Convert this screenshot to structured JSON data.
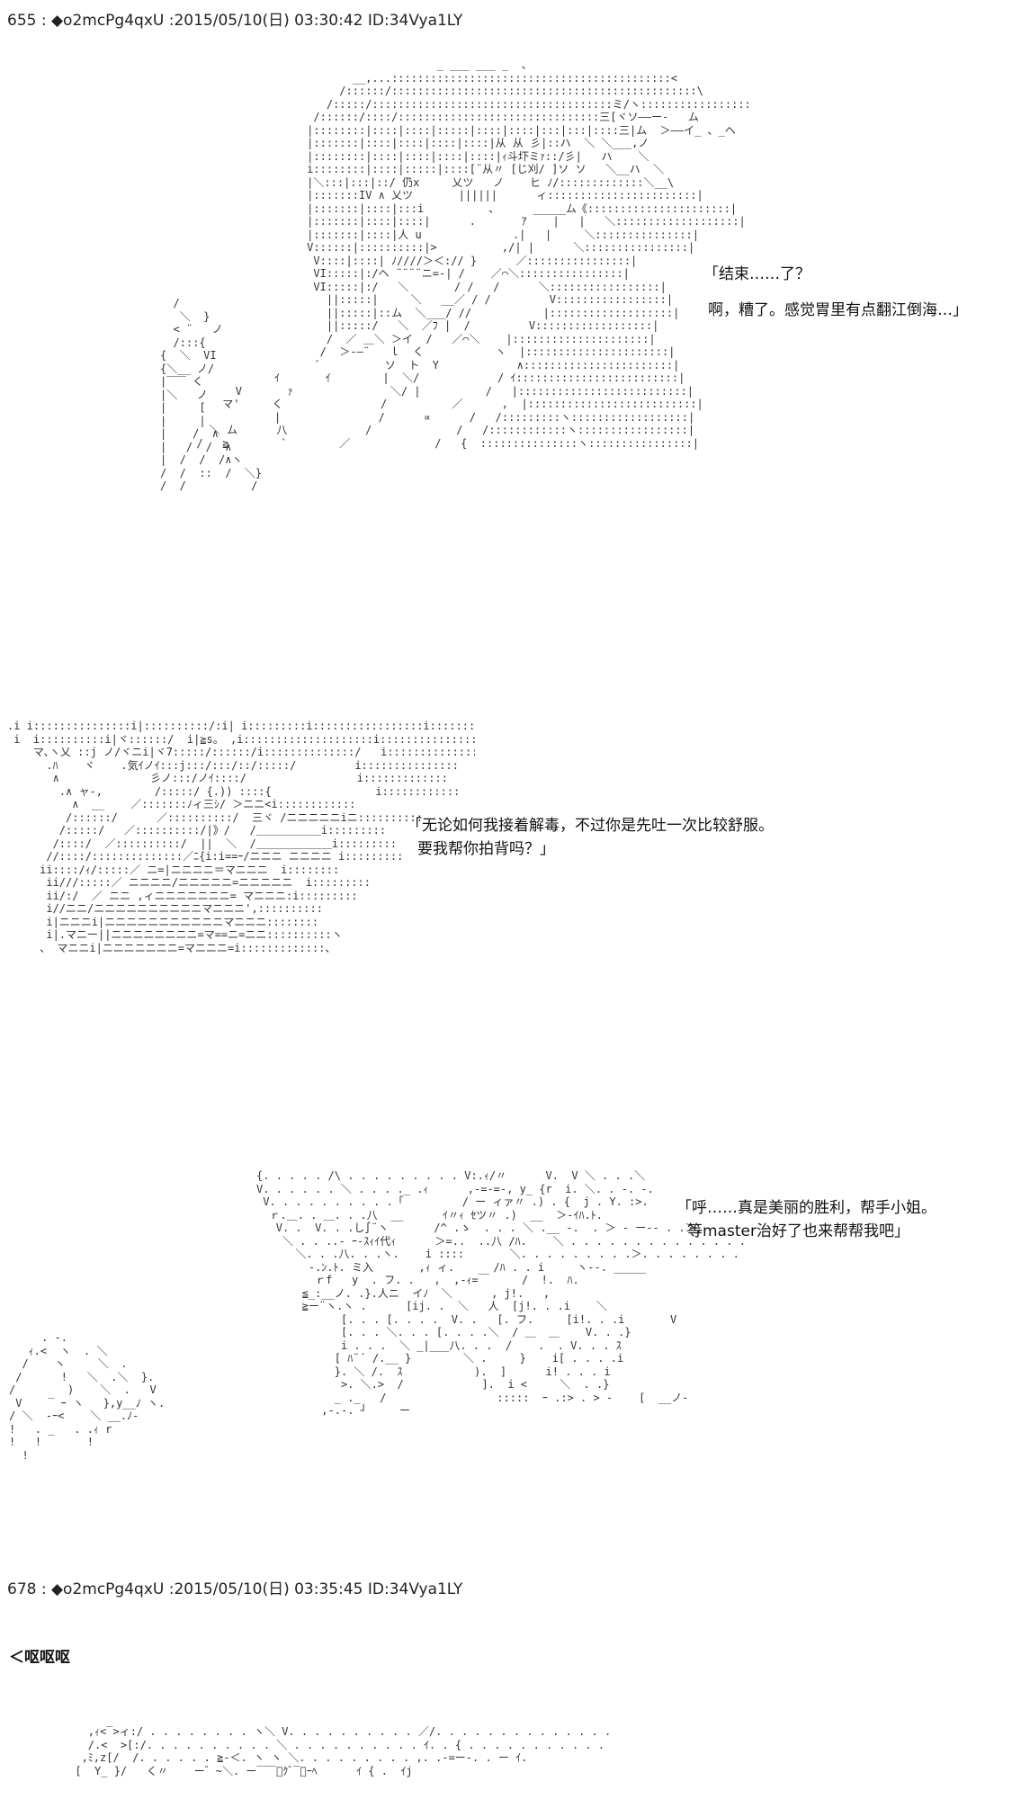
{
  "posts": [
    {
      "number": "655",
      "header": "655 : ◆o2mcPg4qxU :2015/05/10(日) 03:30:42 ID:34Vya1LY"
    },
    {
      "number": "678",
      "header": "678 : ◆o2mcPg4qxU :2015/05/10(日) 03:35:45 ID:34Vya1LY"
    }
  ],
  "panel1": {
    "line1": "「结束……了？",
    "line2": "啊，糟了。感觉胃里有点翻江倒海…」"
  },
  "panel2": {
    "line1": "「无论如何我接着解毒，不过你是先吐一次比较舒服。",
    "line2": "要我帮你拍背吗？」"
  },
  "panel3": {
    "line1": "「呼……真是美丽的胜利，帮手小姐。",
    "line2": "等master治好了也来帮帮我吧」"
  },
  "shout": "＜呕呕呕",
  "aa": {
    "art1": "                                           _ ___ ___ _  、\n                              __,...:::::::::::::::::::::::::::::::::::::::::::<\n                            /::::::/:::::::::::::::::::::::::::::::::::::::::::::::\\\n                          /:::::/:::::::::::::::::::::::::::::::::::::ミ/ヽ:::::::::::::::::\n                        /::::::/::::/:::::::::::::::::::::::::::::::三[ヾソ――ー-   ム\n                       |::::::::|::::|::::|:::::|::::|::::|:::|:::|::::三|ム  ＞――イ_ 、_ヘ\n                       |:::::::|::::|::::|::::|::::|从 从 彡|::ハ  ＼ ＼___,ノ\n                       |::::::::|::::|::::|::::|::::|ｨ斗圷ミｧ::/彡|   ハ    ＼\n                       i::::::::|::::|:::::|::::[¨从〃 [じ刈/ ]ソ ソ   ＼__ハ  ＼\n                       |＼:::|:::|::/ 仍x     乂ツ   ノ    ヒ ﾉ/:::::::::::::＼__\\\n                       |:::::::IV ∧ 乂ツ       ||||||      ィ:::::::::::::::::::::::|\n                       |:::::::|::::|:::i          ､      _____ム《::::::::::::::::::::::|\n                       |:::::::|::::|::::|      .       ｱ    |   |   ＼:::::::::::::::::::|\n                       |:::::::|::::|人 u              .|   |     ＼:::::::::::::::|\n                       V::::::|::::::::::|>          ,/| |      ＼::::::::::::::::|\n                        V::::|::::| ﾉ////＞＜:// }      ／::::::::::::::::|\n                        VI:::::|:/ヘ ¨¨¨¨ニ=-| /    ／⌒＼::::::::::::::::|\n                        VI:::::|:/   ＼       / /   /      ＼:::::::::::::::::|\n                          ||:::::|     ＼   __／ / /         V:::::::::::::::::|\n                          ||:::::|::ム  ＼___/ //           |:::::::::::::::::::|\n                          ||:::::/   ＼  ／ﾌ |  /         V::::::::::::::::::|\n                          /  ／ ＿＼ ＞イ  /   ／⌒＼    |:::::::::::::::::::::|\n                         /  ＞-―¨   ｌ  く           ヽ  |::::::::::::::::::::::|\n                        ´          ソ  ト  Y            ∧:::::::::::::::::::::::|\n                  ｲ       ｲ        |  ＼/            / ｲ:::::::::::::::::::::::::|\n            V       ｧ               ＼/ |          /   |::::::::::::::::::::::::::|\n          マ'     く               /          ／      ,  |::::::::::::::::::::::::::|\n                  |               /      ∝      /   /:::::::::ヽ::::::::::::::::::|\n        ＼ ム      八            /             /   /::::::::::::ヽ:::::::::::::::::|\n      /   ≧        `        ／             /   {  :::::::::::::::ヽ::::::::::::::::|",
    "art1b": "  /\n   ＼  }\n  < ¨   ノ\n  /:::{\n{  ＼  VI\n{＼__ ノ/\n|‾‾‾ く\n|＼   ノ\n|     [\n|     |\n|    /  ∧\n|   /  /  ∧\n|  /  /  /∧ヽ\n/  /  ::  /  ＼}\n/  /          /",
    "art2": ".i i:::::::::::::::i|::::::::::/:i| i:::::::::i:::::::::::::::::i::::::::::::::::::i::::::::::::::::::\n i  i::::::::::i|ヾ::::::/  i|≧s。 ,i::::::::::::::::::::i::::::::::::::::::/  i::::::::::::::::::\n    マ､ヽ乂 ::j ノ/ヾニi|ヾ7:::::/::::::/i::::::::::::::/   i::::::::::::::::\n      .ﾊ    ヾ    .気ｲノｲ:::j:::/:::/::/:::::/         i:::::::::::::::\n       ∧              彡ノ:::/ノｲ::::/                 i:::::::::::::\n        .∧ ャ-,        /:::::/ {.)) ::::{                i::::::::::::\n          ∧  __    ／:::::::ﾉィ三ｼ/ ＞ニニ<i::::::::::::\n         /::::::/      ／::::::::::/  三ヾ /ニニニニニiニ::::::::::\n        /:::::/   ／::::::::::/|》/   /＿＿＿＿＿＿i:::::::::\n       /::::/  ／::::::::::/  ||  ＼  /＿＿＿＿＿＿＿i:::::::::\n      //::::/::::::::::::::／ﾆ{i:i==ｰ/ニニニ ニニニニ i:::::::::\n     ii::::/ｨ/:::::／ ニ=|ニニニニ＝マニニニ  i::::::::\n      ii///:::::／ ニニニニ/ニニニニニ=ニニニニニ  i:::::::::\n      ii/:/  ／ ニニ ,ィニニニニニニニ= マニニニ:i:::::::::\n      i//ニニ/ニニニニニニニニニニマニニニ',::::::::::\n      i|ニニニi|ニニニニニニニニニニニマニニニ::::::::\n      i|.マニー||ニニニニニニニニ=マ==ニ=ニニ::::::::::ヽ\n     、 マニニi|ニニニニニニニ=マニニニ=i:::::::::::::、",
    "art3": "                  {. . . . . /\\ . . . . . . . . . V:.ｨ/〃      V.  V ＼ . . .＼\n                  V. . . . . . ＼ . . . ._ .ｨ      ,-=-=-, y_ {r  i. ＼. . -. -.\n                   V. . . . . . . . . .「         / ー ィァ〃 .) . {  j . Y. :>.\n                    ｒ.＿. . ＿. . .八  __      ｲ〃ｨ ｾツ〃 .)  __  ＞-ｲﾊ.ﾄ.\n                     V. .  V. . .し∫¨ヽ       /^ .ゝ  . . . ＼ .__ -.  . ＞ - ー-- . .＞,\n                      ＼ . . ..- ｰ-ｽｨｲ代ｨ      ＞=..  ..八 /ﾊ.    ＼ . . . . . . . . . . . . . .\n                        ＼. . .八. . .ヽ.    i ::::       ＼. . . . . . . . .＞. . . . . . . .\n                          -.ﾝ.ﾄ. ミ入       ,ｨ ィ.      /ﾊ . . i     ヽ--. _____\n                           ｒf   y  . フ. .   ,  ,-ｨ=￣     /  !.  ﾊ.\n                         ≦_:__ノ. .}.人ニ  イﾉ  ＼      , j!.   ,\n                         ≧ー¨ヽ.ヽ .      [ij. .  ＼   人  [j!. . .i    ＼\n                               [. . . [. . . .  V. .   [. フ.     [i!. . .i       V\n                               [. . . ＼. . . [. . . .＼  / ＿  ＿    V. . .}\n                               i . . .  ＼ _|___八. . .  /    .  . V. . . ｽ\n                              [ ﾊ¨´ /.__ }        ＼ .     }    i[ . . . .i\n                              }. ＼ /.  ｽ           ).  ]      i! . . . i\n                               >. ＼.>  /            ].  i <     ＼  . .}\n                              _ ._   /                 :::::  ｰ .:> . > -    [  __ノ-\n                            ,-.-. ┘     ー",
    "art3b": "     . -.\n   ｨ.<  ヽ  . ＼\n  /    ヽ     ＼  ．\n /      !   ＼  .＼  }.\n/        )    ＼  .   V\n V    ‾ ｰ ヽ   },y__ﾉ ヽ.\n/ ＼  -ｰ<    ＼ __.ﾉ-\n!   . _   . .ｨ r\n!   !       !\n  !",
    "art4": "        ,ｨ<‾>ィ:/ . . . . . . . . ヽ＼ V. . . . . . . . . . ／/. . . . . . . . . . . . . . . /\n        /.<  >[:/. . . . . . . . . . ＼ . . . . . . . . . . ｲ. . { . . . . . . . . . . . . . .ﾉ\n       ,ﾐ,z[/  /. . . . . . ≧-＜. ヽ ヽ ＼. . . . . . . . . ,. .-=ー-. . ー ｲ.\n      [  Y_ }/   く〃    ー゛~＼. ー‾‾‾ﾞｸﾞ‾ﾞｰﾍ      ｲ { .  ｲj\n"
  }
}
